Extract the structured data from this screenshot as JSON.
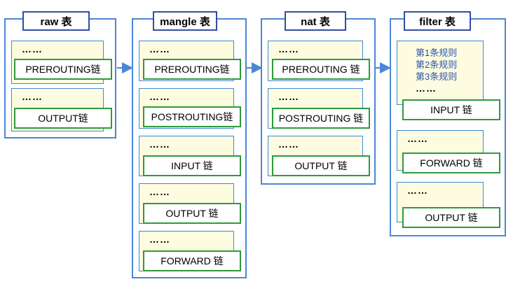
{
  "colors": {
    "outer_border": "#4a86d8",
    "label_border": "#2f4fa0",
    "group_fill": "#fdfce0",
    "group_border": "#3c8ad8",
    "chain_border": "#2e9a3c",
    "rule_text": "#2a55b0"
  },
  "dots": "……",
  "tables": [
    {
      "label": "raw 表",
      "chains": [
        "PREROUTING链",
        "OUTPUT链"
      ]
    },
    {
      "label": "mangle 表",
      "chains": [
        "PREROUTING链",
        "POSTROUTING链",
        "INPUT 链",
        "OUTPUT 链",
        "FORWARD 链"
      ]
    },
    {
      "label": "nat 表",
      "chains": [
        "PREROUTING 链",
        "POSTROUTING 链",
        "OUTPUT 链"
      ]
    },
    {
      "label": "filter 表",
      "rules": [
        "第1条规则",
        "第2条规则",
        "第3条规则"
      ],
      "chains": [
        "INPUT 链",
        "FORWARD 链",
        "OUTPUT 链"
      ]
    }
  ]
}
